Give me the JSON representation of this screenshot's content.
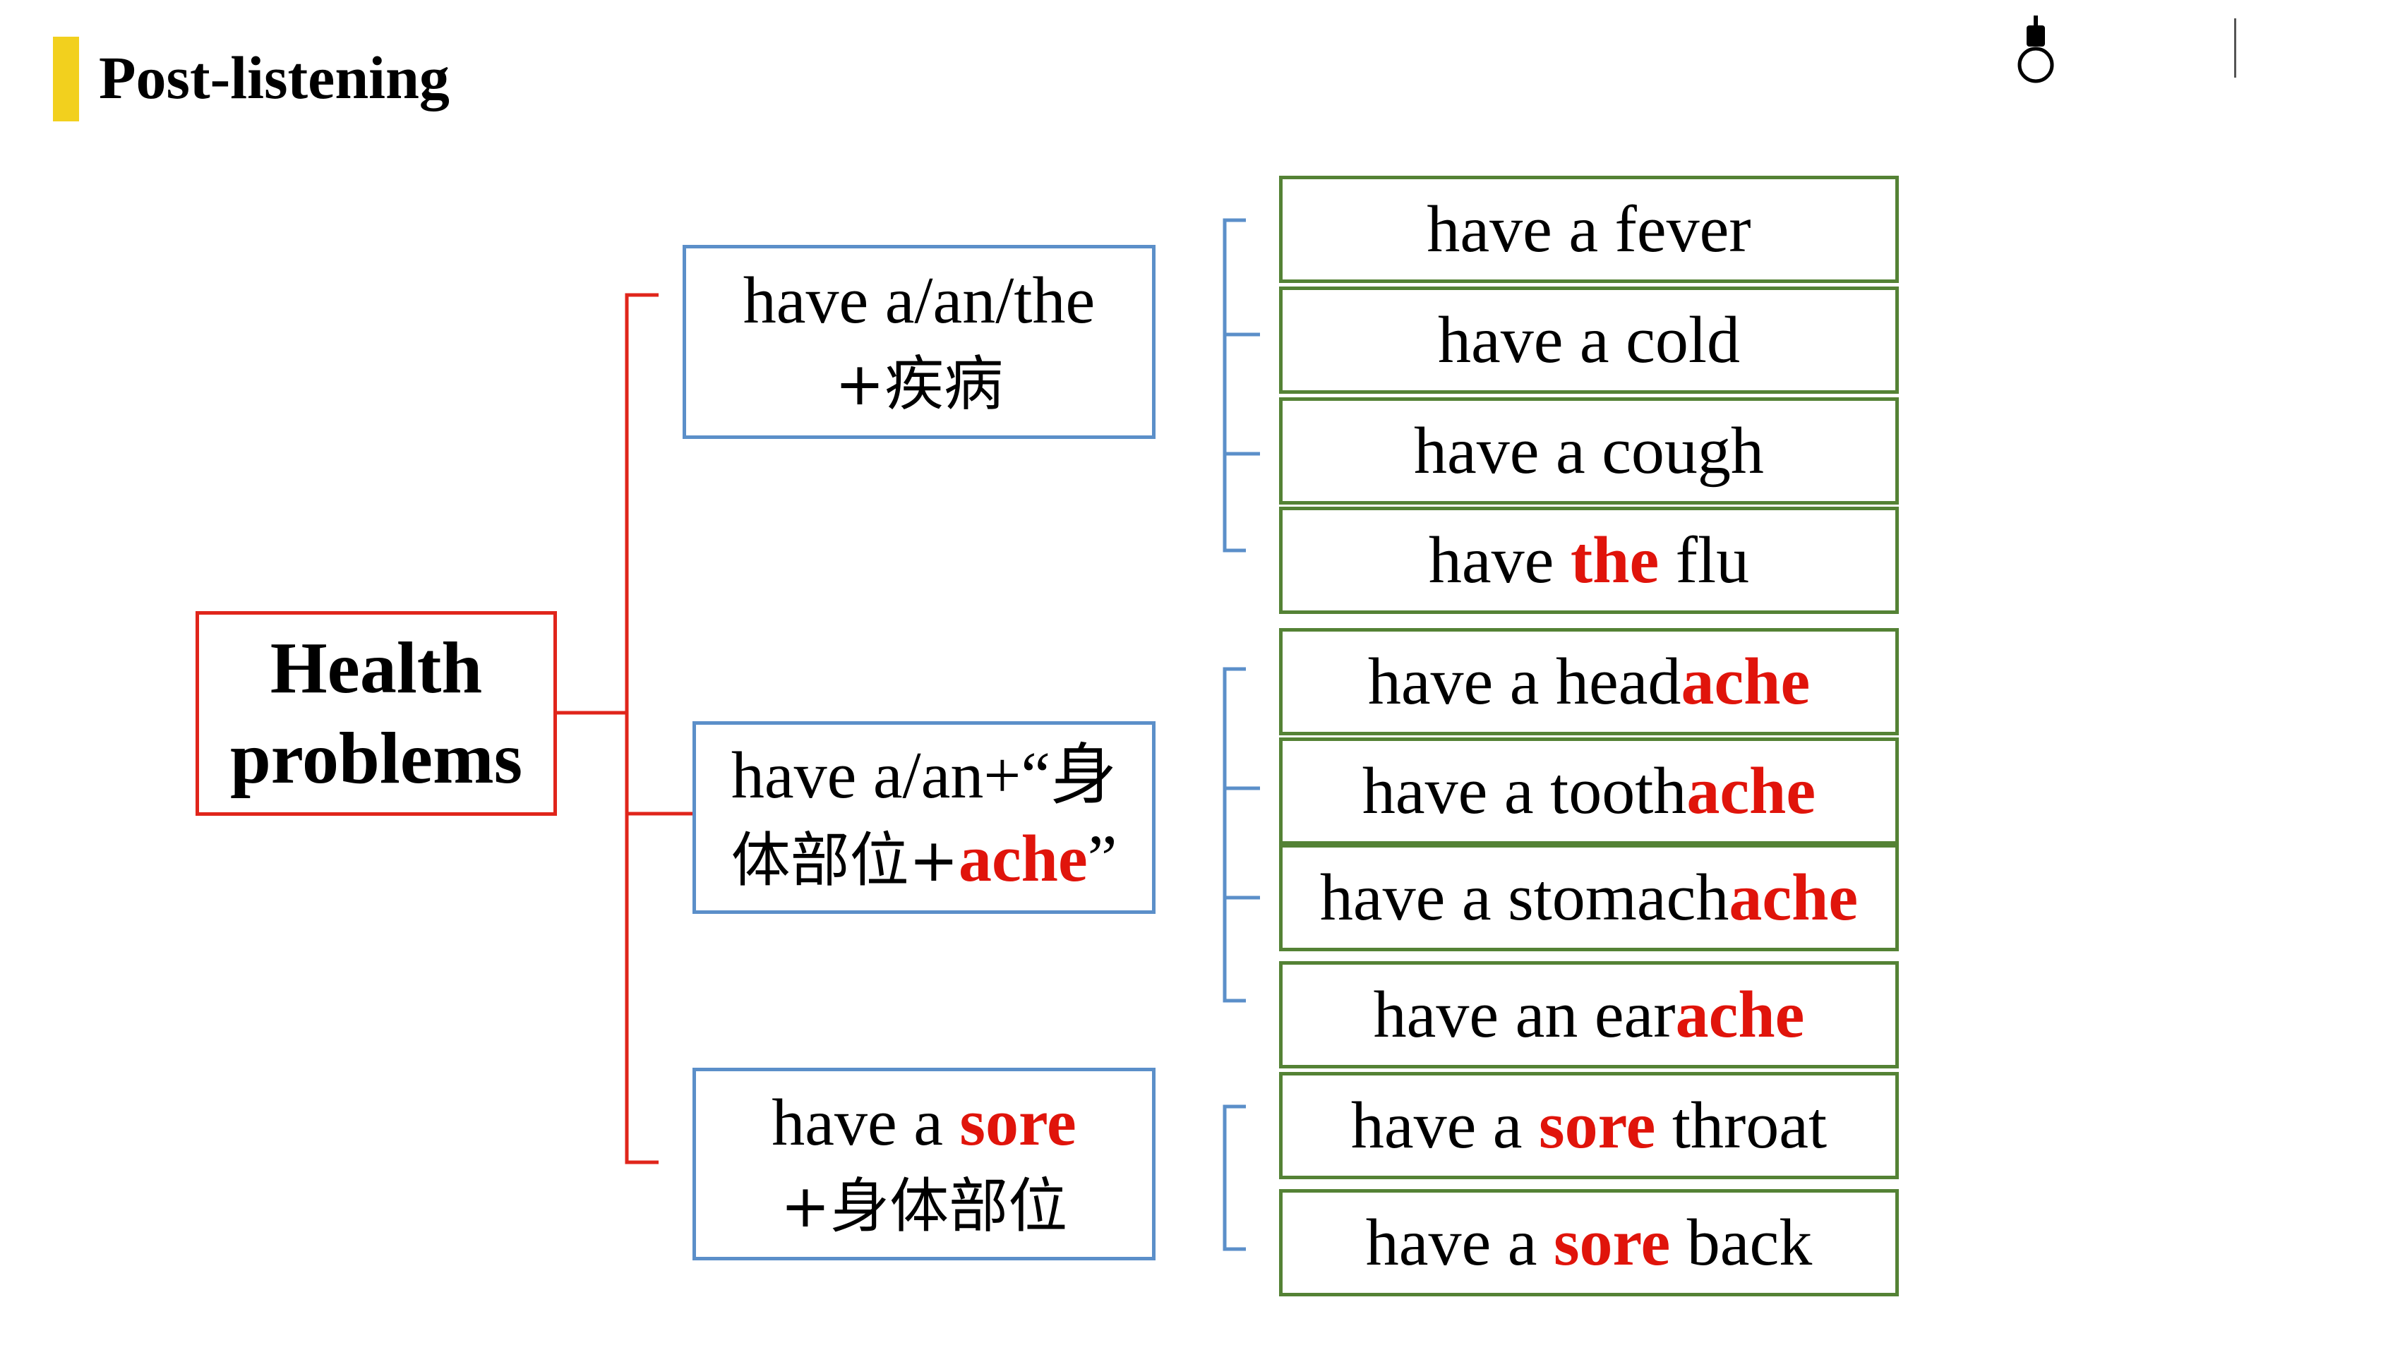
{
  "header": {
    "title": "Post-listening"
  },
  "colors": {
    "accent_bar": "#f2d01e",
    "root_border": "#e0251b",
    "mid_border": "#5b8fc9",
    "leaf_border": "#548235",
    "highlight": "#e0140b"
  },
  "icons": [
    "lightbulb-icon"
  ],
  "diagram": {
    "root": {
      "line1": "Health",
      "line2": "problems"
    },
    "groups": [
      {
        "label": {
          "line1": "have a/an/the",
          "line2": "+疾病"
        },
        "items": [
          {
            "pre": "have a fever",
            "hl": "",
            "post": ""
          },
          {
            "pre": "have a cold",
            "hl": "",
            "post": ""
          },
          {
            "pre": "have a cough",
            "hl": "",
            "post": ""
          },
          {
            "pre": "have ",
            "hl": "the",
            "post": " flu"
          }
        ]
      },
      {
        "label": {
          "l1": "have a/an+“身",
          "l2a": "体部位+",
          "l2hl": "ache",
          "l2b": "”"
        },
        "items": [
          {
            "pre": "have a head",
            "hl": "ache",
            "post": ""
          },
          {
            "pre": "have a tooth",
            "hl": "ache",
            "post": ""
          },
          {
            "pre": "have a stomach",
            "hl": "ache",
            "post": ""
          },
          {
            "pre": "have an ear",
            "hl": "ache",
            "post": ""
          }
        ]
      },
      {
        "label": {
          "l1a": "have a ",
          "l1hl": "sore",
          "l2": "+身体部位"
        },
        "items": [
          {
            "pre": "have a ",
            "hl": "sore",
            "post": " throat"
          },
          {
            "pre": "have a ",
            "hl": "sore",
            "post": " back"
          }
        ]
      }
    ]
  }
}
